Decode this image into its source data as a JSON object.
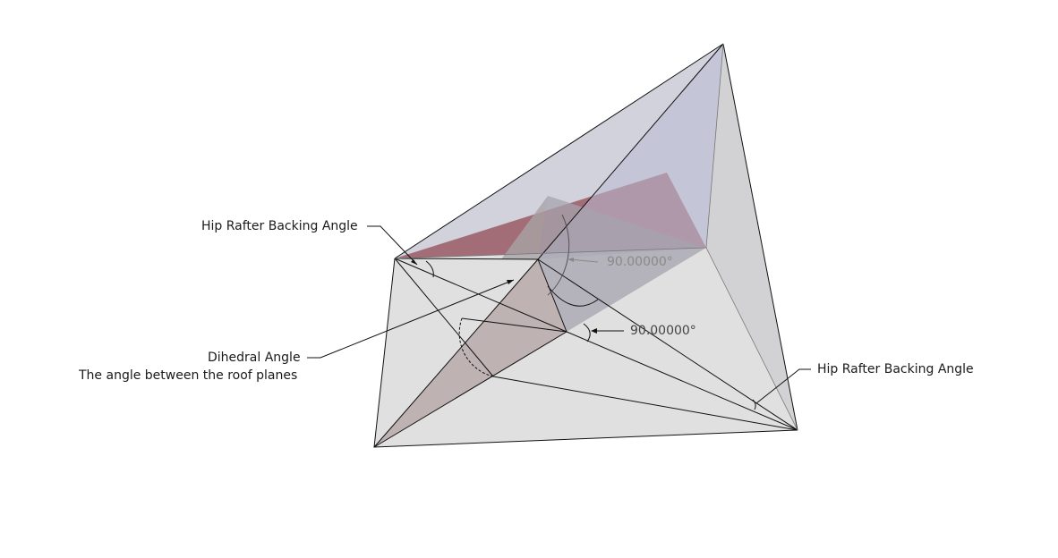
{
  "annotations": {
    "hip_backing_left": "Hip Rafter Backing Angle",
    "hip_backing_right": "Hip Rafter Backing Angle",
    "dihedral_title": "Dihedral Angle",
    "dihedral_subtitle": "The angle between the roof planes"
  },
  "dimensions": {
    "angle_upper": "90.00000°",
    "angle_lower": "90.00000°"
  },
  "colors": {
    "background": "#ffffff",
    "base_face": "#e0e0e0",
    "roof_face_blue": "#c2c4d6",
    "roof_face_light": "#d3d3d8",
    "side_face": "#d2d2d4",
    "red_plane": "#9a5c64",
    "section_plane": "#b7a9a9",
    "edge": "#111111",
    "dim_text_dark": "#333333",
    "dim_text_faded": "#8a8a8a"
  }
}
